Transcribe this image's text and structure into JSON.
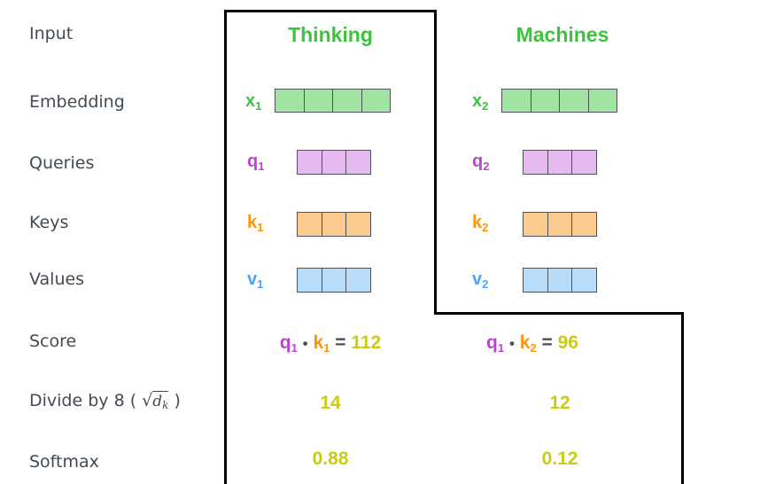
{
  "colors": {
    "green": "#3ec33e",
    "green_fill": "#a3e3a3",
    "purple": "#bb44cf",
    "purple_fill": "#e6b9f0",
    "orange": "#ff9408",
    "orange_fill": "#fbca8e",
    "blue": "#4ba3f5",
    "blue_fill": "#b9dcf9",
    "yellow": "#c9cc10",
    "label_gray": "#424a54",
    "dark_gray": "#4a4f55",
    "cell_border": "#4d535a",
    "box_border": "#000000"
  },
  "row_labels": {
    "input": "Input",
    "embedding": "Embedding",
    "queries": "Queries",
    "keys": "Keys",
    "values": "Values",
    "score": "Score",
    "softmax": "Softmax",
    "divide": {
      "prefix": "Divide by 8 (",
      "radical": "√",
      "variable": "d",
      "subscript": "k",
      "suffix": ")"
    }
  },
  "columns": [
    {
      "header": "Thinking",
      "embedding": {
        "label": "x",
        "sub": "1",
        "cells": 4
      },
      "query": {
        "label": "q",
        "sub": "1",
        "cells": 3
      },
      "key": {
        "label": "k",
        "sub": "1",
        "cells": 3
      },
      "value": {
        "label": "v",
        "sub": "1",
        "cells": 3
      },
      "score": {
        "q": "q",
        "q_sub": "1",
        "dot": "•",
        "k": "k",
        "k_sub": "1",
        "equals": "=",
        "result": "112"
      },
      "divided": "14",
      "softmax": "0.88"
    },
    {
      "header": "Machines",
      "embedding": {
        "label": "x",
        "sub": "2",
        "cells": 4
      },
      "query": {
        "label": "q",
        "sub": "2",
        "cells": 3
      },
      "key": {
        "label": "k",
        "sub": "2",
        "cells": 3
      },
      "value": {
        "label": "v",
        "sub": "2",
        "cells": 3
      },
      "score": {
        "q": "q",
        "q_sub": "1",
        "dot": "•",
        "k": "k",
        "k_sub": "2",
        "equals": "=",
        "result": "96"
      },
      "divided": "12",
      "softmax": "0.12"
    }
  ]
}
